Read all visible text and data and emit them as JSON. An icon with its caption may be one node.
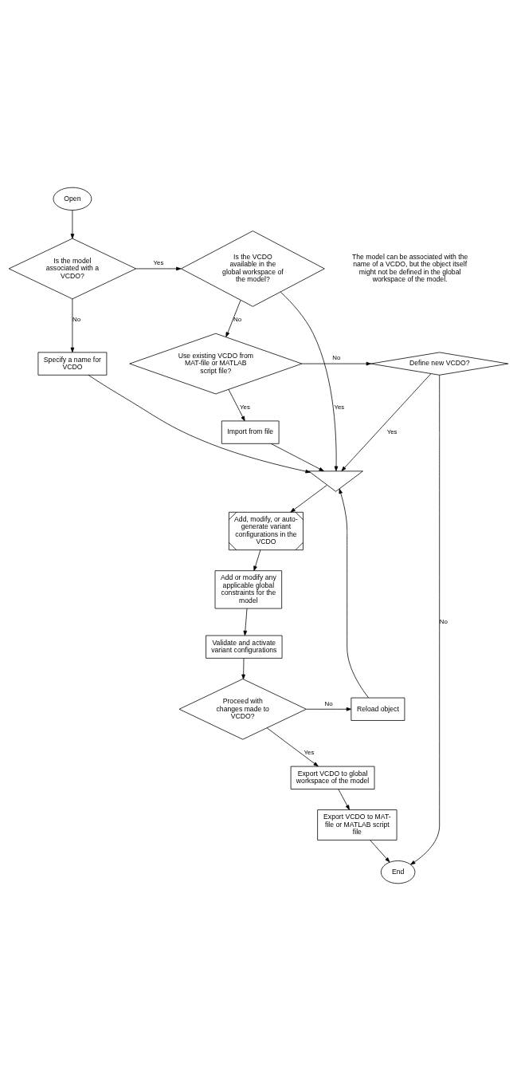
{
  "diagram": {
    "nodes": [
      {
        "text": [
          "Open"
        ]
      },
      {
        "text": [
          "Is the model associated with a VCDO?"
        ]
      },
      {
        "text": [
          "Is the VCDO available in the global workspace of the model?"
        ]
      },
      {
        "text": [
          "Specify a name for VCDO"
        ]
      },
      {
        "text": [
          "Use existing VCDO from MAT-file or MATLAB script file?"
        ]
      },
      {
        "text": [
          "Define new VCDO?"
        ]
      },
      {
        "text": [
          "Import from file"
        ]
      },
      {
        "text": [],
        "shape": "triangle"
      },
      {
        "text": [
          "Add, modify, or auto-generate variant configurations in the VCDO"
        ]
      },
      {
        "text": [
          "Add or modify any applicable global constraints for the model"
        ]
      },
      {
        "text": [
          "Validate and activate variant configurations"
        ]
      },
      {
        "text": [
          "Proceed with changes made to VCDO?"
        ]
      },
      {
        "text": [
          "Reload object"
        ]
      },
      {
        "text": [
          "Export VCDO to global workspace of the model"
        ]
      },
      {
        "text": [
          "Export VCDO to MAT-file or MATLAB script file"
        ]
      },
      {
        "text": [
          "End"
        ]
      }
    ],
    "edges": [
      {
        "from": 0,
        "to": 1,
        "arrow": "to"
      },
      {
        "from": 1,
        "to": 2,
        "arrow": "to",
        "label": "Yes"
      },
      {
        "from": 1,
        "to": 3,
        "arrow": "to",
        "label": "No"
      },
      {
        "from": 2,
        "to": 7,
        "arrow": "to",
        "label": "Yes"
      },
      {
        "from": 2,
        "to": 4,
        "arrow": "to",
        "label": "No"
      },
      {
        "from": 4,
        "to": 5,
        "arrow": "to",
        "label": "No"
      },
      {
        "from": 4,
        "to": 6,
        "arrow": "to",
        "label": "Yes"
      },
      {
        "from": 5,
        "to": 7,
        "arrow": "to",
        "label": "Yes"
      },
      {
        "from": 5,
        "to": 15,
        "arrow": "to",
        "label": "No"
      },
      {
        "from": 3,
        "to": 7,
        "arrow": "to"
      },
      {
        "from": 6,
        "to": 7,
        "arrow": "to"
      },
      {
        "from": 12,
        "to": 7,
        "arrow": "to"
      },
      {
        "from": 7,
        "to": 8,
        "arrow": "to"
      },
      {
        "from": 8,
        "to": 9,
        "arrow": "to"
      },
      {
        "from": 9,
        "to": 10,
        "arrow": "to"
      },
      {
        "from": 10,
        "to": 11,
        "arrow": "to"
      },
      {
        "from": 11,
        "to": 12,
        "arrow": "to",
        "label": "No"
      },
      {
        "from": 11,
        "to": 13,
        "arrow": "to",
        "label": "Yes"
      },
      {
        "from": 13,
        "to": 14,
        "arrow": "to"
      },
      {
        "from": 14,
        "to": 15,
        "arrow": "to"
      }
    ],
    "labels": [
      "The model can be associated with the name of a VCDO, but the object itself might not be defined in the global workspace of the model."
    ]
  }
}
